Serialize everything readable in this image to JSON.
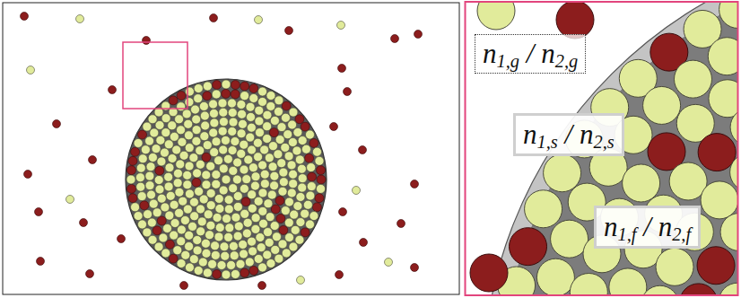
{
  "diagram": {
    "nodes": [
      {
        "text": [
          "n1,g / n2,g"
        ]
      },
      {
        "text": [
          "n1,s / n2,s"
        ]
      },
      {
        "text": [
          "n1,f / n2,f"
        ]
      }
    ]
  }
}
